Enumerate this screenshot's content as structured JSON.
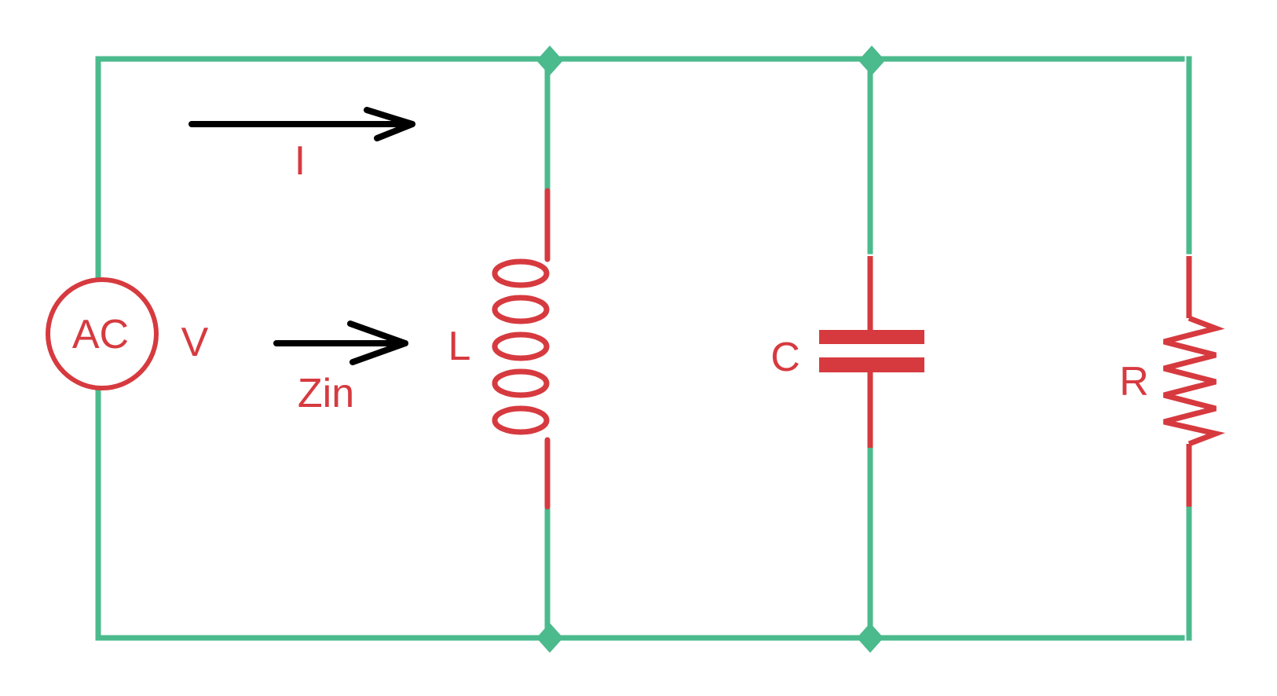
{
  "colors": {
    "wire": "#4bba8c",
    "component": "#d63a3f",
    "arrow": "#000000",
    "background": "#ffffff"
  },
  "source": {
    "symbol_text": "AC",
    "voltage_label": "V"
  },
  "current_arrow": {
    "label": "I"
  },
  "impedance_arrow": {
    "label": "Zin"
  },
  "components": {
    "inductor": {
      "label": "L"
    },
    "capacitor": {
      "label": "C"
    },
    "resistor": {
      "label": "R"
    }
  }
}
